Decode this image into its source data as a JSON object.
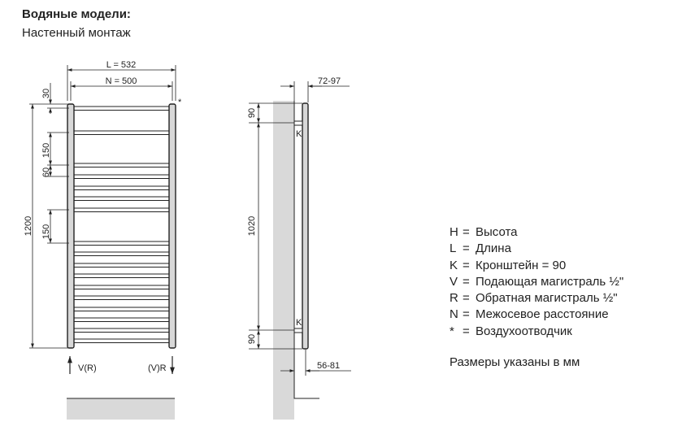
{
  "header": {
    "title": "Водяные модели:",
    "subtitle": "Настенный монтаж"
  },
  "front_view": {
    "dim_L": "L = 532",
    "dim_N": "N = 500",
    "dim_top": "30",
    "dim_150a": "150",
    "dim_60": "60",
    "dim_150b": "150",
    "dim_H": "1200",
    "air_vent_mark": "*",
    "left_pipe_label": "V(R)",
    "right_pipe_label": "(V)R"
  },
  "side_view": {
    "dim_depth_top": "72-97",
    "dim_depth_bottom": "56-81",
    "dim_top_bracket": "90",
    "dim_span": "1020",
    "dim_bottom_bracket": "90",
    "bracket_label_top": "K",
    "bracket_label_bottom": "K"
  },
  "legend": [
    {
      "key": "H",
      "eq": "=",
      "text": "Высота"
    },
    {
      "key": "L",
      "eq": "=",
      "text": "Длина"
    },
    {
      "key": "K",
      "eq": "=",
      "text": "Кронштейн = 90"
    },
    {
      "key": "V",
      "eq": "=",
      "text": "Подающая магистраль ½\""
    },
    {
      "key": "R",
      "eq": "=",
      "text": "Обратная магистраль ½\""
    },
    {
      "key": "N",
      "eq": "=",
      "text": "Межосевое расстояние"
    },
    {
      "key": "*",
      "eq": "=",
      "text": "Воздухоотводчик"
    }
  ],
  "note": "Размеры указаны в мм",
  "colors": {
    "line": "#222222",
    "rail_fill": "#d8d8d8",
    "wall_fill": "#d9d9d9"
  }
}
